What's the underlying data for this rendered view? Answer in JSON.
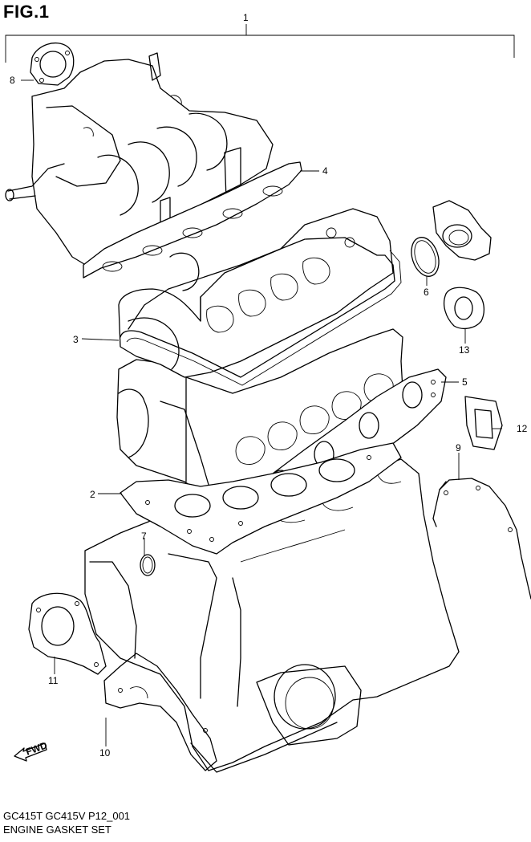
{
  "figure": {
    "title": "FIG.1"
  },
  "callouts": [
    {
      "id": "1",
      "label": "1"
    },
    {
      "id": "2",
      "label": "2"
    },
    {
      "id": "3",
      "label": "3"
    },
    {
      "id": "4",
      "label": "4"
    },
    {
      "id": "5",
      "label": "5"
    },
    {
      "id": "6",
      "label": "6"
    },
    {
      "id": "7",
      "label": "7"
    },
    {
      "id": "8",
      "label": "8"
    },
    {
      "id": "9",
      "label": "9"
    },
    {
      "id": "10",
      "label": "10"
    },
    {
      "id": "11",
      "label": "11"
    },
    {
      "id": "12",
      "label": "12"
    },
    {
      "id": "13",
      "label": "13"
    }
  ],
  "fwd_arrow": {
    "label": "FWD"
  },
  "caption": {
    "code": "GC415T GC415V P12_001",
    "name": "ENGINE GASKET SET"
  }
}
